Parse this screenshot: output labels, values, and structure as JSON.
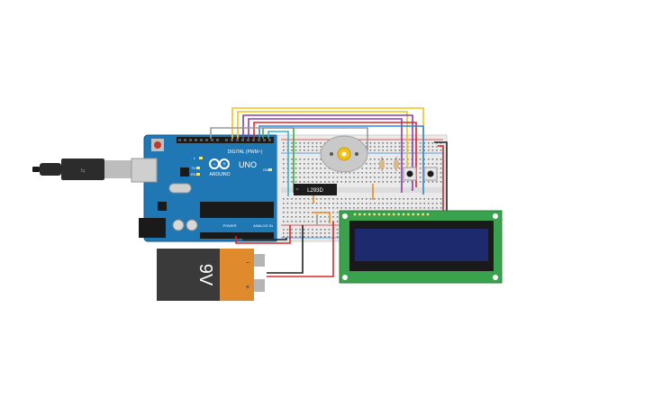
{
  "arduino": {
    "brand_text": "ARDUINO",
    "model_text": "UNO",
    "digital_label": "DIGITAL (PWM~)",
    "power_label": "POWER",
    "analog_label": "ANALOG IN",
    "on_label": "ON",
    "tx_label": "TX",
    "rx_label": "RX",
    "l_label": "L",
    "board_color": "#1f77b4",
    "board_dark": "#0e5a96"
  },
  "battery": {
    "label": "9V",
    "body_color": "#3a3a3a",
    "cap_color": "#e08a2e"
  },
  "ic": {
    "label": "L293D"
  },
  "lcd": {
    "board_color": "#3aa24d",
    "screen_color": "#1e2a6e"
  },
  "wire_colors": {
    "yellow": "#f2c21a",
    "purple": "#8e3ca8",
    "red": "#d62828",
    "green": "#3cae3c",
    "blue": "#2e86de",
    "gray": "#9a9a9a",
    "black": "#202020",
    "orange": "#f08a1c",
    "cyan": "#33b5c9"
  }
}
